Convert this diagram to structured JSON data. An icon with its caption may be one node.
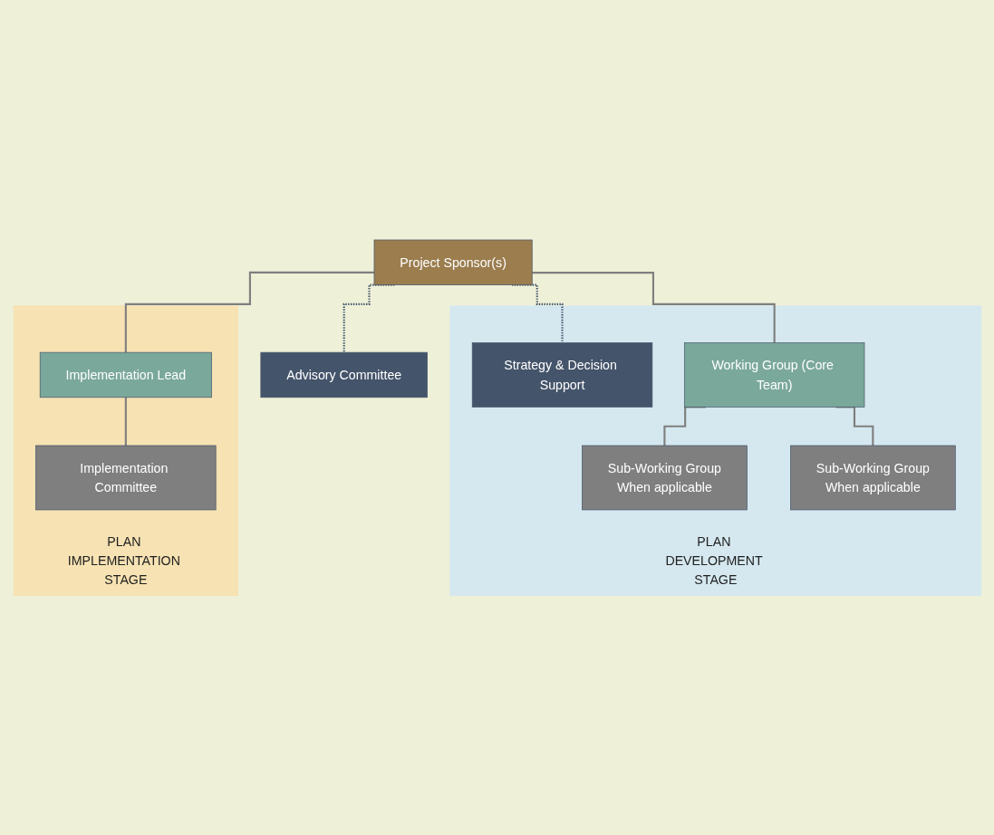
{
  "diagram": {
    "nodes": [
      {
        "text": [
          "Project Sponsor(s)"
        ]
      },
      {
        "text": [
          "Advisory Committee"
        ]
      },
      {
        "text": [
          "PLAN DEVELOPMENT STAGE"
        ]
      },
      {
        "text": [
          "Strategy & Decision Support"
        ],
        "in": 2
      },
      {
        "text": [
          "Working Group (Core Team)"
        ],
        "in": 2
      },
      {
        "text": [
          "Sub-Working Group",
          "When applicable"
        ],
        "in": 2
      },
      {
        "text": [
          "Sub-Working Group",
          "When applicable"
        ],
        "in": 2
      },
      {
        "text": [
          "PLAN IMPLEMENTATION STAGE"
        ]
      },
      {
        "text": [
          "Implementation Lead"
        ],
        "in": 7
      },
      {
        "text": [
          "Implementation Committee"
        ],
        "in": 7
      }
    ],
    "edges": [
      {
        "from": 0,
        "to": 1,
        "arrow": "none",
        "style": "dashed",
        "color": "#44546a"
      },
      {
        "from": 0,
        "to": 3,
        "arrow": "none",
        "style": "dashed",
        "color": "#44546a"
      },
      {
        "from": 0,
        "to": 4,
        "arrow": "none"
      },
      {
        "from": 0,
        "to": 8,
        "arrow": "none"
      },
      {
        "from": 4,
        "to": 5,
        "arrow": "none"
      },
      {
        "from": 4,
        "to": 6,
        "arrow": "none"
      },
      {
        "from": 8,
        "to": 9,
        "arrow": "none"
      }
    ]
  }
}
